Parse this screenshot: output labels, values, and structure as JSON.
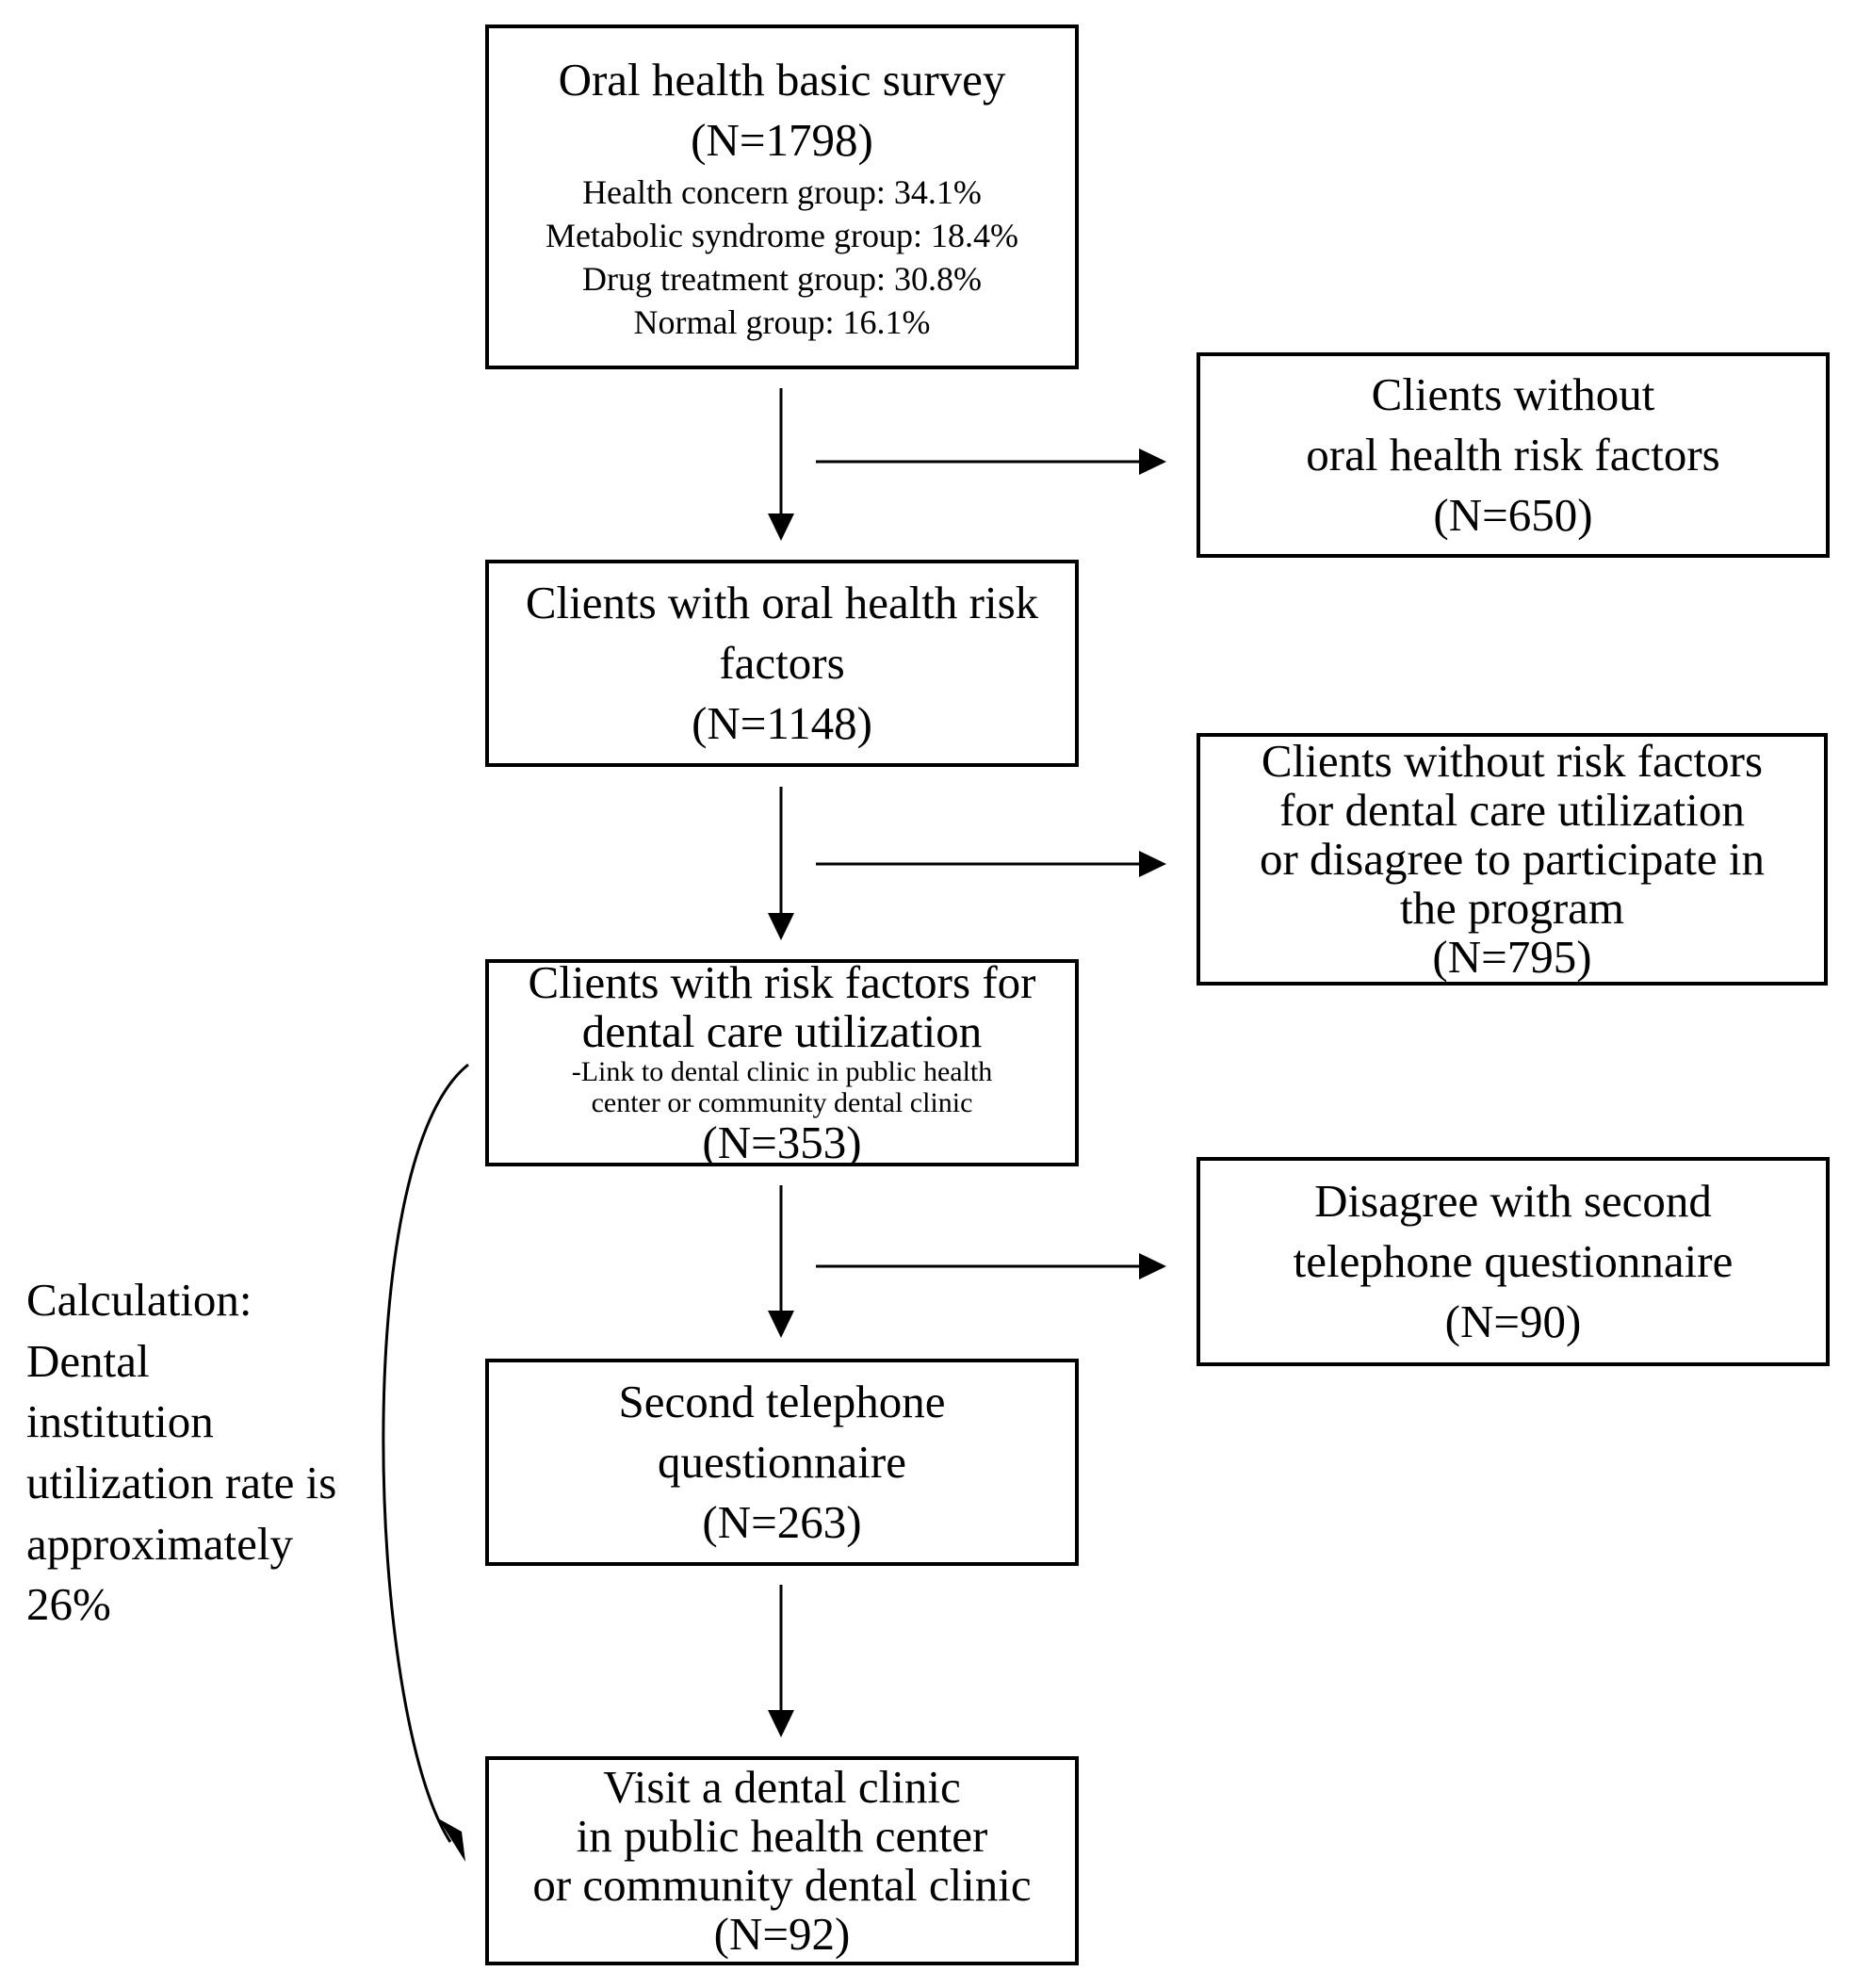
{
  "boxes": {
    "survey": {
      "title_1": "Oral health basic survey",
      "count": "(N=1798)",
      "groups": [
        "Health concern group: 34.1%",
        "Metabolic syndrome group: 18.4%",
        "Drug treatment group: 30.8%",
        "Normal group: 16.1%"
      ]
    },
    "without_oral_risk": {
      "line_1": "Clients without",
      "line_2": "oral health risk factors",
      "count": "(N=650)"
    },
    "with_oral_risk": {
      "line_1": "Clients with oral health risk",
      "line_2": "factors",
      "count": "(N=1148)"
    },
    "without_dental_risk": {
      "line_1": "Clients without risk factors",
      "line_2": "for dental care utilization",
      "line_3": "or disagree to participate in",
      "line_4": "the program",
      "count": "(N=795)"
    },
    "with_dental_risk": {
      "line_1": "Clients with risk factors for",
      "line_2": "dental care utilization",
      "sub_1": "-Link to dental clinic in public  health",
      "sub_2": "center or community  dental clinic",
      "count": "(N=353)"
    },
    "disagree_second": {
      "line_1": "Disagree with second",
      "line_2": "telephone questionnaire",
      "count": "(N=90)"
    },
    "second_questionnaire": {
      "line_1": "Second telephone",
      "line_2": "questionnaire",
      "count": "(N=263)"
    },
    "visit_clinic": {
      "line_1": "Visit a dental clinic",
      "line_2": "in public health center",
      "line_3": "or community dental clinic",
      "count": "(N=92)"
    }
  },
  "calculation_note": [
    "Calculation:",
    "Dental",
    "institution",
    "utilization rate is",
    "approximately",
    "26%"
  ],
  "colors": {
    "stroke": "#000000",
    "background": "#ffffff"
  }
}
